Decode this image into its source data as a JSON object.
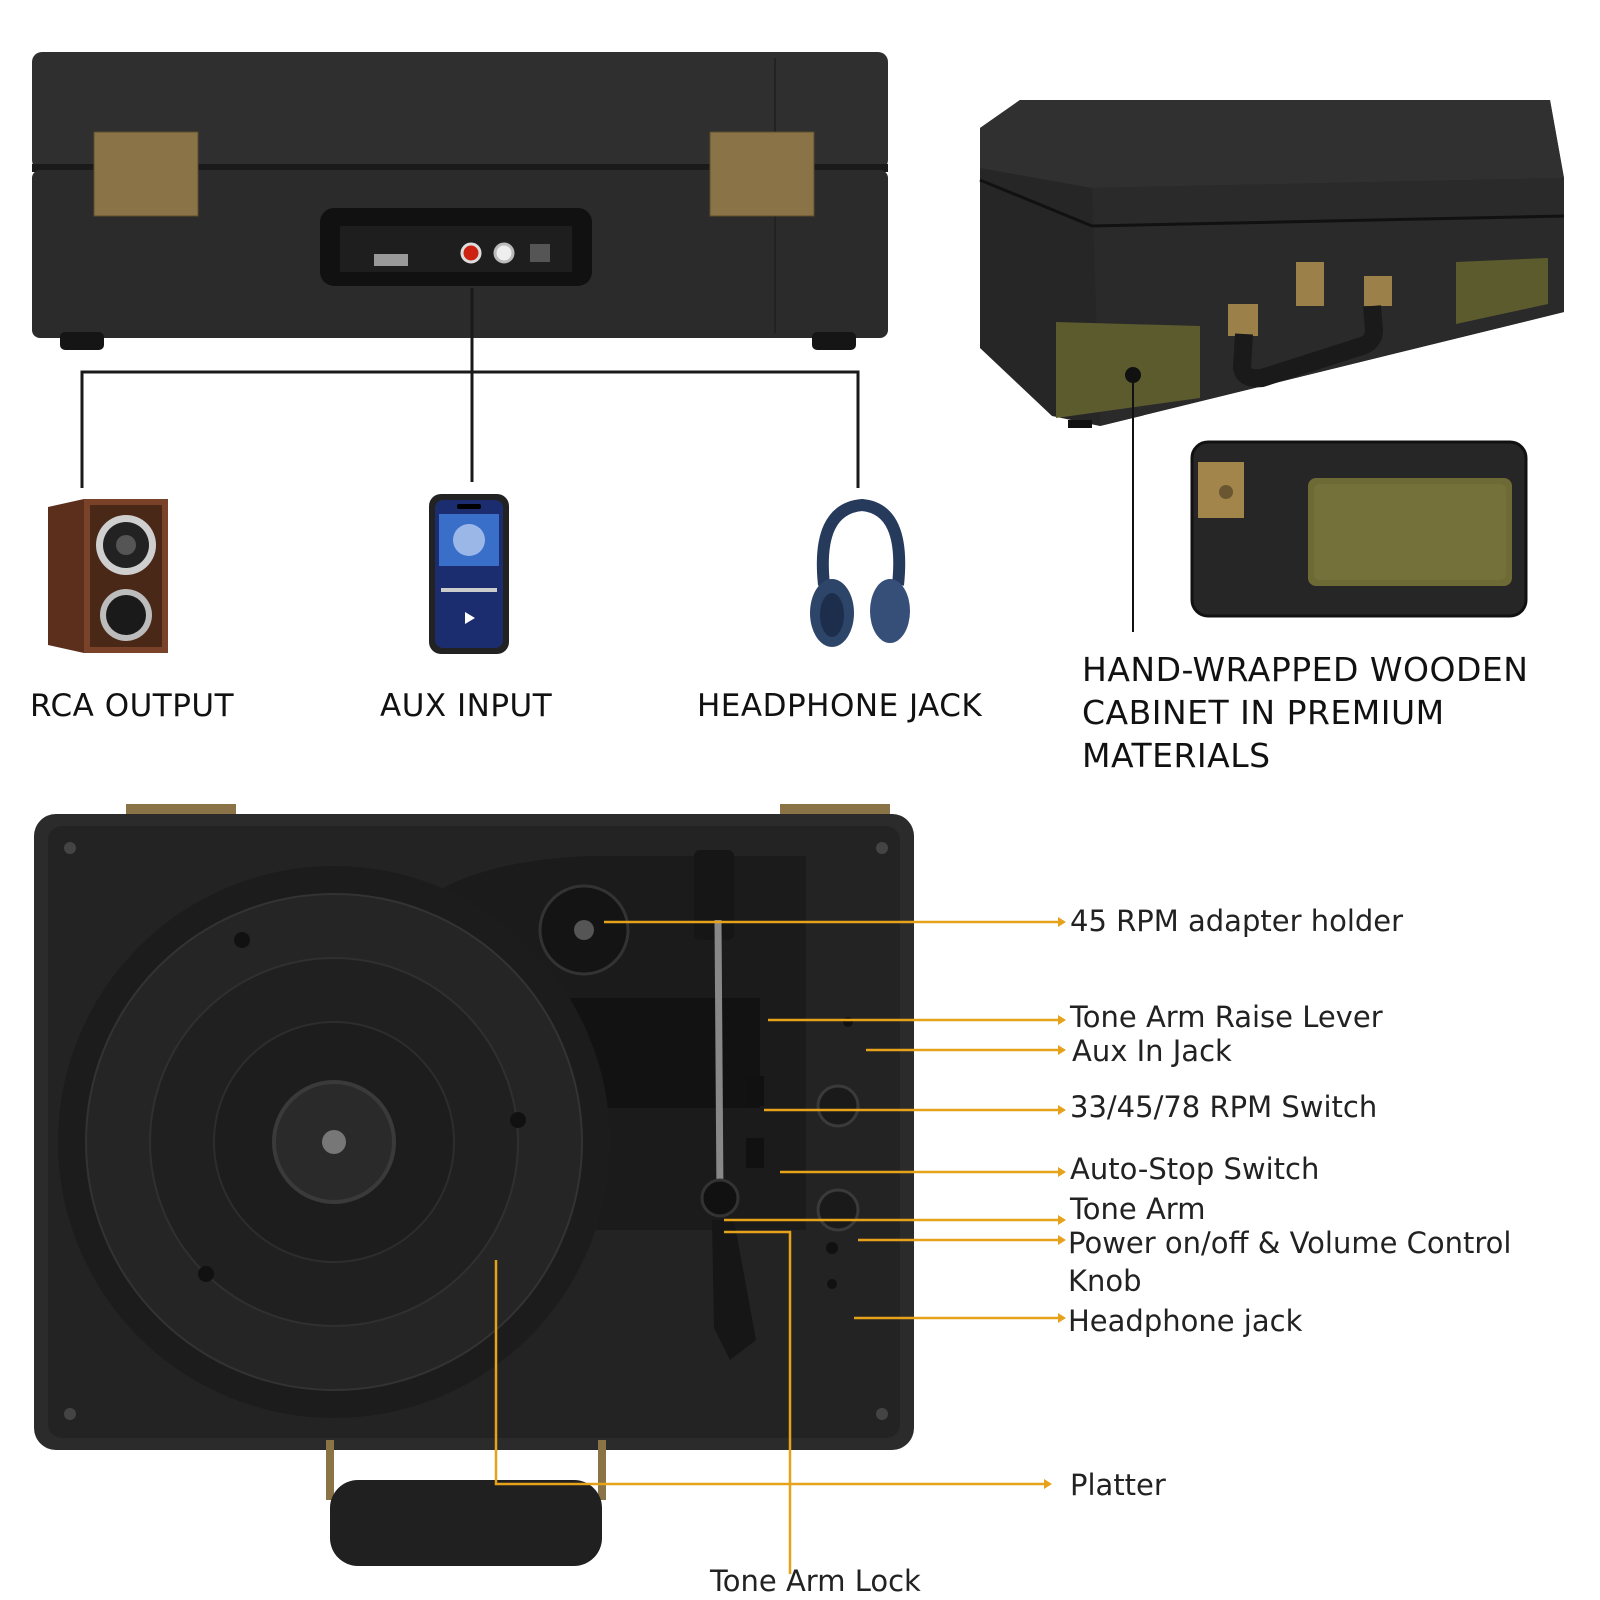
{
  "colors": {
    "accent": "#e6a21a",
    "cabinet": "#2a2a2a",
    "brass": "#a88a4f",
    "speaker_grill": "#6b6a34"
  },
  "icons": {
    "speaker": "bookshelf-speaker-icon",
    "phone": "smartphone-icon",
    "headphones": "headphones-icon"
  },
  "connections": {
    "rca": "RCA OUTPUT",
    "aux": "AUX INPUT",
    "headphone": "HEADPHONE JACK"
  },
  "feature": {
    "line1": "HAND-WRAPPED WOODEN",
    "line2": "CABINET IN PREMIUM",
    "line3": "MATERIALS"
  },
  "parts": {
    "adapter_holder": "45 RPM adapter holder",
    "raise_lever": "Tone Arm Raise Lever",
    "aux_jack": "Aux In Jack",
    "rpm_switch": "33/45/78 RPM Switch",
    "auto_stop": "Auto-Stop Switch",
    "tone_arm": "Tone Arm",
    "power_line1": "Power on/off & Volume Control",
    "power_line2": "Knob",
    "headphone_jack": "Headphone jack",
    "platter": "Platter",
    "tone_arm_lock": "Tone Arm Lock"
  }
}
